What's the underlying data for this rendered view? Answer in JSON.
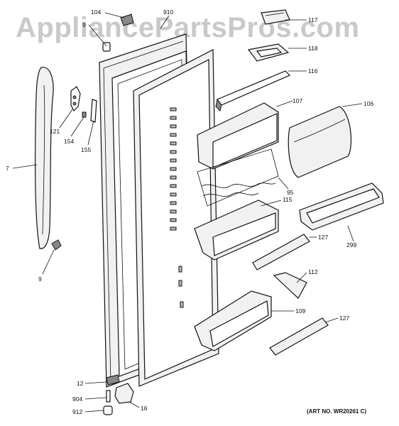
{
  "watermark": "AppliancePartsPros.com",
  "art_number": "(ART NO. WR20261 C)",
  "part_labels": {
    "p104": "104",
    "p910": "910",
    "p9_top": "9",
    "p117": "117",
    "p118": "118",
    "p116": "116",
    "p107": "107",
    "p106": "106",
    "p7": "7",
    "p121": "121",
    "p154": "154",
    "p155": "155",
    "p95": "95",
    "p115": "115",
    "p299": "299",
    "p127_a": "127",
    "p9_bottom": "9",
    "p112": "112",
    "p109": "109",
    "p127_b": "127",
    "p12": "12",
    "p904": "904",
    "p912": "912",
    "p16": "16"
  }
}
